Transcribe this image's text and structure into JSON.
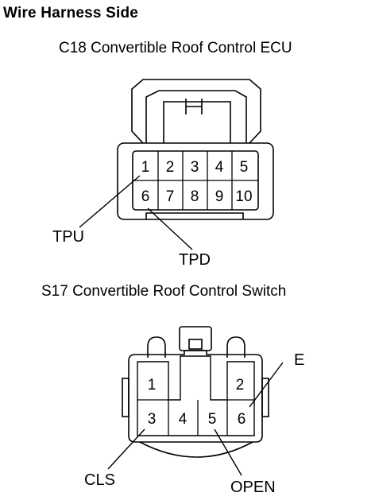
{
  "title": "Wire Harness Side",
  "connector1": {
    "caption": "C18 Convertible Roof Control ECU",
    "pins": [
      "1",
      "2",
      "3",
      "4",
      "5",
      "6",
      "7",
      "8",
      "9",
      "10"
    ],
    "labels": {
      "tpu": "TPU",
      "tpd": "TPD"
    }
  },
  "connector2": {
    "caption": "S17 Convertible Roof Control Switch",
    "pins": [
      "1",
      "2",
      "3",
      "4",
      "5",
      "6"
    ],
    "labels": {
      "e": "E",
      "cls": "CLS",
      "open": "OPEN"
    }
  }
}
